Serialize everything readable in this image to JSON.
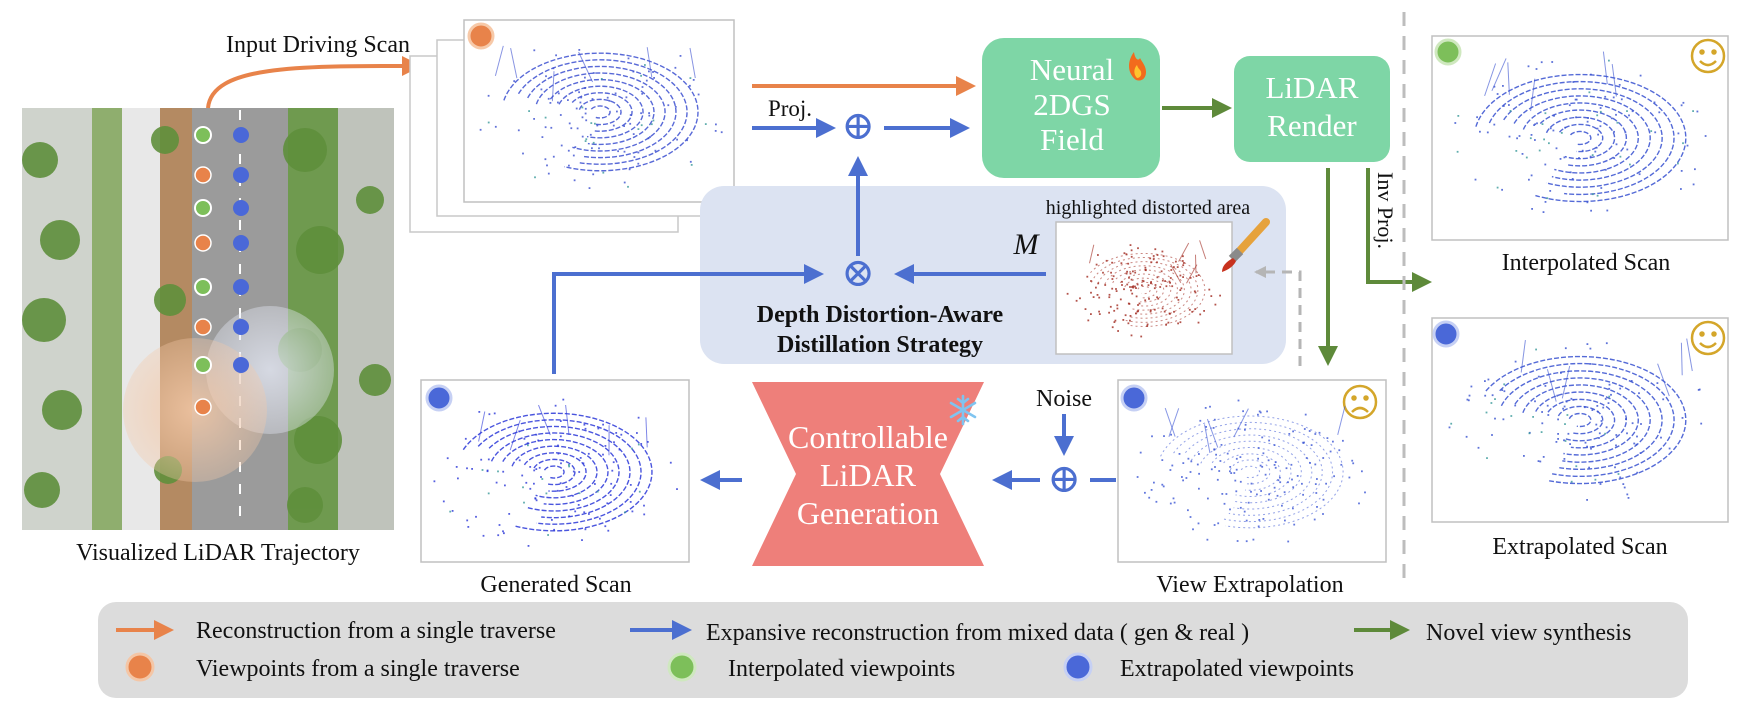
{
  "colors": {
    "orange": "#E8834A",
    "blue": "#4C6FD0",
    "green": "#5E8A3A",
    "green_box": "#7ED6A6",
    "green_dot": "#7DBF5A",
    "orange_dot": "#E8834A",
    "blue_dot": "#4A68D8",
    "red_gen": "#EE7F7A",
    "distill_bg": "#DCE3F2",
    "legend_bg": "#DCDCDC",
    "distorted": "#A0281E",
    "smile": "#D4A62A"
  },
  "labels": {
    "input_driving_scan": "Input Driving Scan",
    "visualized_trajectory": "Visualized LiDAR Trajectory",
    "proj": "Proj.",
    "inv_proj": "Inv Proj.",
    "neural_2dgs": [
      "Neural",
      "2DGS",
      "Field"
    ],
    "lidar_render": [
      "LiDAR",
      "Render"
    ],
    "highlighted_area": "highlighted distorted area",
    "mask_symbol": "M",
    "distill_strategy": [
      "Depth Distortion-Aware",
      "Distillation Strategy"
    ],
    "controllable": [
      "Controllable",
      "LiDAR",
      "Generation"
    ],
    "noise": "Noise",
    "generated_scan": "Generated Scan",
    "view_extrapolation": "View Extrapolation",
    "interpolated_scan": "Interpolated Scan",
    "extrapolated_scan": "Extrapolated Scan",
    "oplus": "⊕",
    "otimes": "⊗"
  },
  "legend": {
    "row1": [
      {
        "color": "orange",
        "text": "Reconstruction from a single traverse"
      },
      {
        "color": "blue",
        "text": "Expansive reconstruction from mixed data ( gen & real )"
      },
      {
        "color": "green",
        "text": "Novel view synthesis"
      }
    ],
    "row2": [
      {
        "color": "orange_dot",
        "text": "Viewpoints from a single traverse"
      },
      {
        "color": "green_dot",
        "text": "Interpolated viewpoints"
      },
      {
        "color": "blue_dot",
        "text": "Extrapolated viewpoints"
      }
    ]
  },
  "icons": {
    "fire": "fire-icon",
    "snowflake": "snowflake-icon",
    "brush": "paintbrush-icon",
    "smile": "smile-face-icon",
    "frown": "frown-face-icon"
  }
}
